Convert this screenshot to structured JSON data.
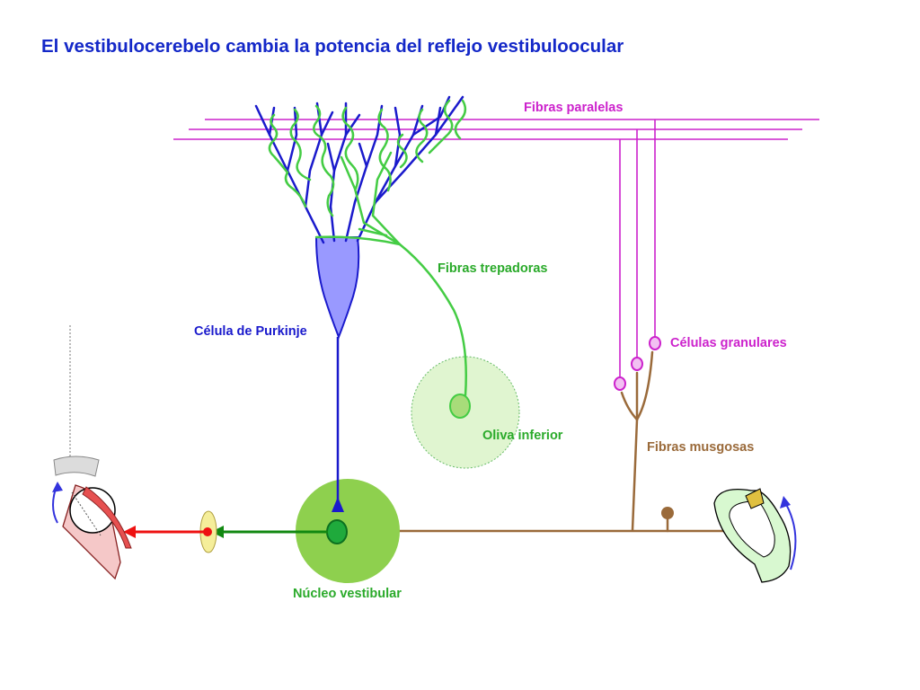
{
  "title": "El vestibulocerebelo cambia la potencia del reflejo vestibuloocular",
  "labels": {
    "parallel_fibers": "Fibras paralelas",
    "climbing_fibers": "Fibras trepadoras",
    "purkinje_cell": "Célula de Purkinje",
    "granule_cells": "Células granulares",
    "inferior_olive": "Oliva inferior",
    "mossy_fibers": "Fibras musgosas",
    "vestibular_nucleus": "Núcleo vestibular"
  },
  "colors": {
    "title": "#1428c8",
    "purkinje": "#1a1acc",
    "purkinje_fill": "#9999ff",
    "parallel": "#cc22cc",
    "climbing": "#44cc44",
    "olive_fill": "#e0f5d0",
    "nucleus_fill": "#8ed04e",
    "mossy": "#9a6a3a",
    "motor_axon": "#118811",
    "eye_muscle_axon": "#ee1111",
    "ganglion": "#f5ee9a",
    "canal": "#d8f8d0"
  },
  "icons": [
    "eye-icon",
    "eye-muscle-icon",
    "semicircular-canal-icon",
    "rotation-arrow-icon"
  ]
}
